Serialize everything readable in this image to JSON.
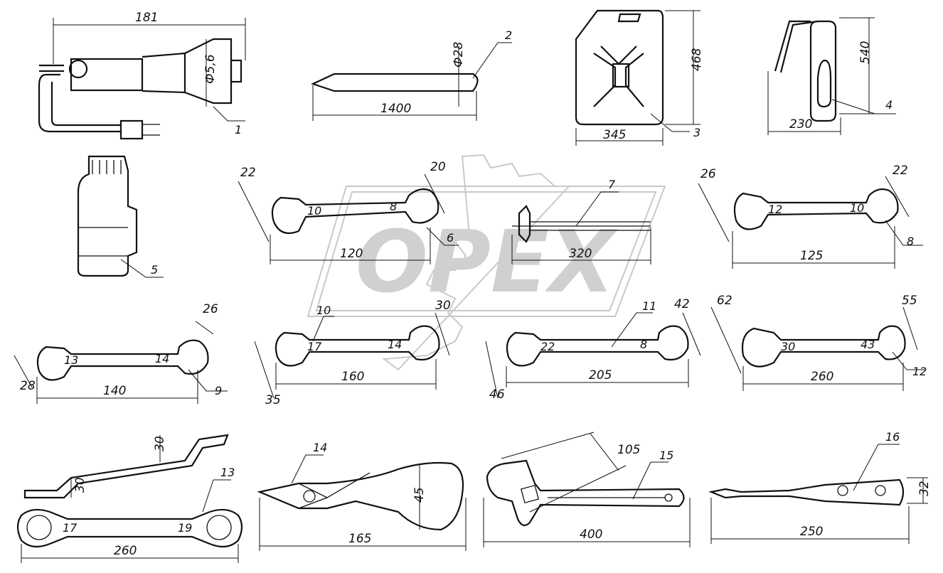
{
  "watermark": {
    "brand": "OPEX"
  },
  "callouts": [
    "1",
    "2",
    "3",
    "4",
    "5",
    "6",
    "7",
    "8",
    "9",
    "10",
    "11",
    "12",
    "13",
    "14",
    "15",
    "16"
  ],
  "dimensions": {
    "d181": "181",
    "d56": "Ф5,6",
    "d28dia": "Ф28",
    "d1400": "1400",
    "d468": "468",
    "d345": "345",
    "d540": "540",
    "d230": "230",
    "d22a": "22",
    "d20": "20",
    "d120": "120",
    "d320": "320",
    "d26a": "26",
    "d22b": "22",
    "d125": "125",
    "d26b": "26",
    "d28": "28",
    "d140": "140",
    "d30a": "30",
    "d35": "35",
    "d160": "160",
    "d42": "42",
    "d46": "46",
    "d205": "205",
    "d62": "62",
    "d55": "55",
    "d260a": "260",
    "d30b": "30",
    "d30c": "30",
    "d260b": "260",
    "d45": "45",
    "d165": "165",
    "d105": "105",
    "d400": "400",
    "d32": "32",
    "d250": "250"
  },
  "wrench_sizes": {
    "w6a": "10",
    "w6b": "8",
    "w8a": "12",
    "w8b": "10",
    "w9a": "13",
    "w9b": "14",
    "w10a": "17",
    "w10b": "14",
    "w11a": "22",
    "w11b": "8",
    "w12a": "30",
    "w12b": "43",
    "w13a": "17",
    "w13b": "19"
  }
}
